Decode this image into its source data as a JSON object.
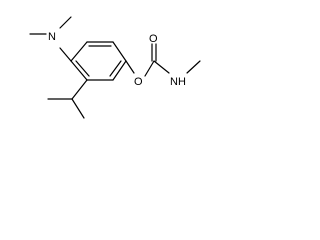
{
  "molecule": {
    "atoms": {
      "dimethylamino_nitrogen": "N",
      "ester_oxygen": "O",
      "carbonyl_oxygen": "O",
      "amide_nitrogen_hydrogen": "NH"
    }
  }
}
